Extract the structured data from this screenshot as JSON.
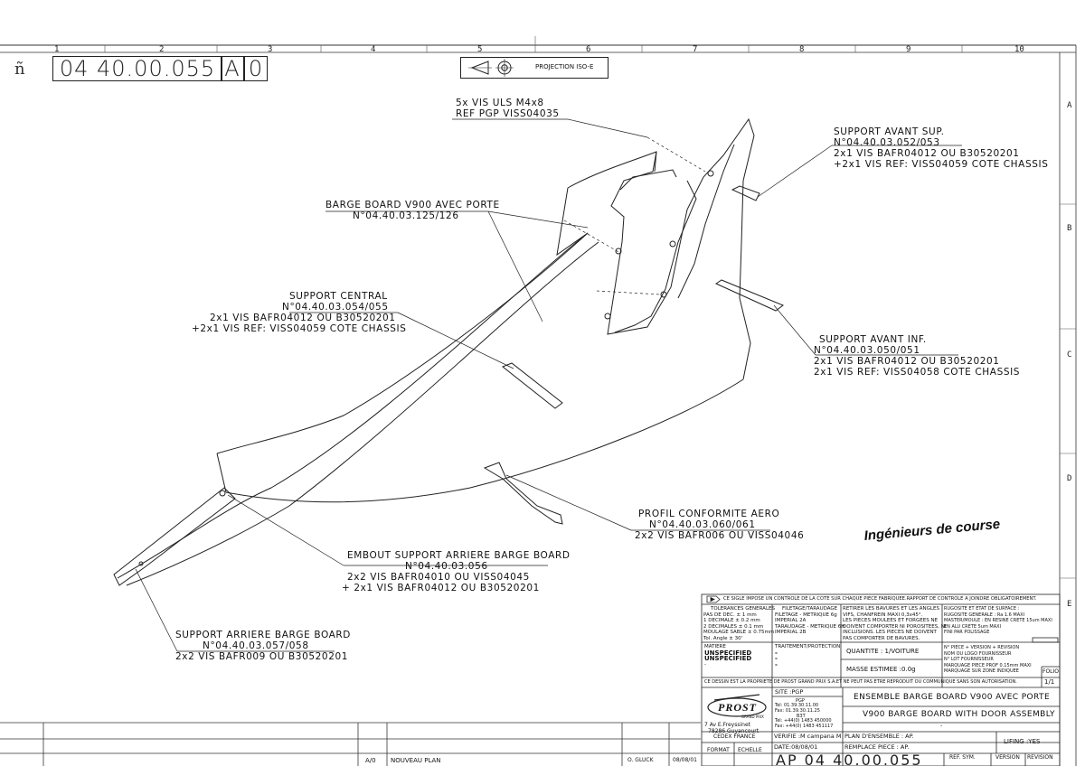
{
  "frame": {
    "columns": [
      "1",
      "2",
      "3",
      "4",
      "5",
      "6",
      "7",
      "8",
      "9",
      "10"
    ],
    "rows": [
      "A",
      "B",
      "C",
      "D",
      "E"
    ]
  },
  "header": {
    "prefix": "ñ",
    "part_number": "04 40.00.055",
    "index": "A",
    "revision": "0",
    "projection": "PROJECTION ISO-E"
  },
  "callouts": {
    "screws": [
      "5x VIS ULS M4x8",
      "REF PGP VISS04035"
    ],
    "support_avant_sup": [
      "SUPPORT AVANT SUP.",
      "N°04.40.03.052/053",
      "2x1 VIS BAFR04012 OU B30520201",
      "+2x1 VIS REF: VISS04059 COTE CHASSIS"
    ],
    "barge_board": [
      "BARGE BOARD V900 AVEC PORTE",
      "N°04.40.03.125/126"
    ],
    "support_central": [
      "SUPPORT CENTRAL",
      "N°04.40.03.054/055",
      "2x1 VIS BAFR04012 OU B30520201",
      "+2x1 VIS REF: VISS04059 COTE CHASSIS"
    ],
    "support_avant_inf": [
      "SUPPORT AVANT INF.",
      "N°04.40.03.050/051",
      "2x1 VIS BAFR04012 OU B30520201",
      "2x1 VIS REF: VISS04058 COTE CHASSIS"
    ],
    "profil": [
      "PROFIL CONFORMITE AERO",
      "N°04.40.03.060/061",
      "2x2 VIS BAFR006 OU VISS04046"
    ],
    "embout": [
      "EMBOUT SUPPORT ARRIERE BARGE BOARD",
      "N°04.40.03.056",
      "2x2 VIS BAFR04010 OU VISS04045",
      "+ 2x1 VIS BAFR04012 OU B30520201"
    ],
    "support_arriere": [
      "SUPPORT ARRIERE BARGE BOARD",
      "N°04.40.03.057/058",
      "2x2 VIS BAFR009 OU B30520201"
    ]
  },
  "stamp": "Ingénieurs de course",
  "title_block": {
    "notice": "CE SIGLE IMPOSE UN CONTROLE DE LA COTE SUR CHAQUE PIECE FABRIQUEE.RAPPORT DE CONTROLE A JOINDRE OBLIGATOIREMENT.",
    "tolerances_title": "TOLERANCES GENERALES",
    "tolerances": [
      "PAS DE DEC.   ± 1   mm",
      "1 DECIMALE    ± 0.2 mm",
      "2 DECIMALES   ± 0.1 mm",
      "MOULAGE SABLE ± 0.75mm",
      "Tol. Angle    ± 30'"
    ],
    "filetage_title": "FILETAGE/TARAUDAGE",
    "filetage": [
      "FILETAGE  - METRIQUE 6g",
      "          IMPERIAL 2A",
      "TARAUDAGE - METRIQUE 6H",
      "          IMPERIAL 2B"
    ],
    "bavures": [
      "RETIRER LES BAVURES ET LES ANGLES",
      "VIFS, CHANFREIN MAXI 0,3x45°.",
      "LES PIECES MOULEES ET FORGEES NE",
      "DOIVENT COMPORTER NI POROSITEES, NI",
      "INCLUSIONS. LES PIECES NE DOIVENT",
      "PAS COMPORTER DE BAVURES."
    ],
    "surface": [
      "RUGOSITE ET ETAT DE SURFACE :",
      "RUGOSITE GENERALE : Ra 1.6 MAXI",
      "",
      "MASTER/MOULE : EN RESINE CRETE 15um MAXI",
      "               EN ALU CRETE 5um MAXI",
      "               FINI PAR POLISSAGE"
    ],
    "matiere_label": "MATIERE",
    "matiere": [
      "UNSPECIFIED",
      "UNSPECIFIED",
      "-"
    ],
    "traitement_label": "TRAITEMENT/PROTECTION",
    "traitement": [
      "-",
      "-",
      "-"
    ],
    "quantite": "QUANTITE :  1/VOITURE",
    "masse": "MASSE ESTIMEE :0.0g",
    "marquage": [
      "N° PIECE + VERSION + REVISION",
      "NOM OU LOGO FOURNISSEUR",
      "N° LOT FOURNISSEUR",
      "MARQUAGE PIECE PROF 0.15mm MAXI",
      "MARQUAGE SUR ZONE INDIQUEE"
    ],
    "folio_label": "FOLIO",
    "folio": "1/1",
    "property": "CE DESSIN EST LA PROPRIETE DE PROST GRAND PRIX S.A.ET NE PEUT PAS ETRE REPRODUIT OU COMMUNIQUE SANS SON AUTORISATION.",
    "site_label": "SITE :PGP",
    "site_code": "PGP",
    "contacts": [
      "Tel: 01.39.30.11.00",
      "Fax: 01.39.30.11.25",
      "B3T",
      "Tel: +44(0) 1483 450000",
      "Fax: +44(0) 1483 451117"
    ],
    "logo": "PROST",
    "logo_sub": "GRAND PRIX",
    "address": [
      "7 Av E.Freyssinet",
      "78286 Guyancourt",
      "CEDEX FRANCE"
    ],
    "verifie": "VERIFIE :M campana M",
    "date": "DATE:08/08/01",
    "title_fr": "ENSEMBLE BARGE BOARD V900 AVEC PORTE",
    "title_en": "V900 BARGE BOARD WITH DOOR ASSEMBLY",
    "plan_ensemble": "PLAN D'ENSEMBLE : AP.",
    "remplace": "REMPLACE PIECE  : AP.",
    "lifing": "LIFING :YES",
    "format_label": "FORMAT",
    "echelle_label": "ECHELLE",
    "bottom_number": "AP  04  40.00.055",
    "ref_sym": "REF. SYM.",
    "version": "VERSION",
    "revision_label": "REVISION"
  },
  "revision_table": {
    "rev": "A/0",
    "description": "NOUVEAU PLAN",
    "author": "O. GLUCK",
    "date": "08/08/01"
  }
}
